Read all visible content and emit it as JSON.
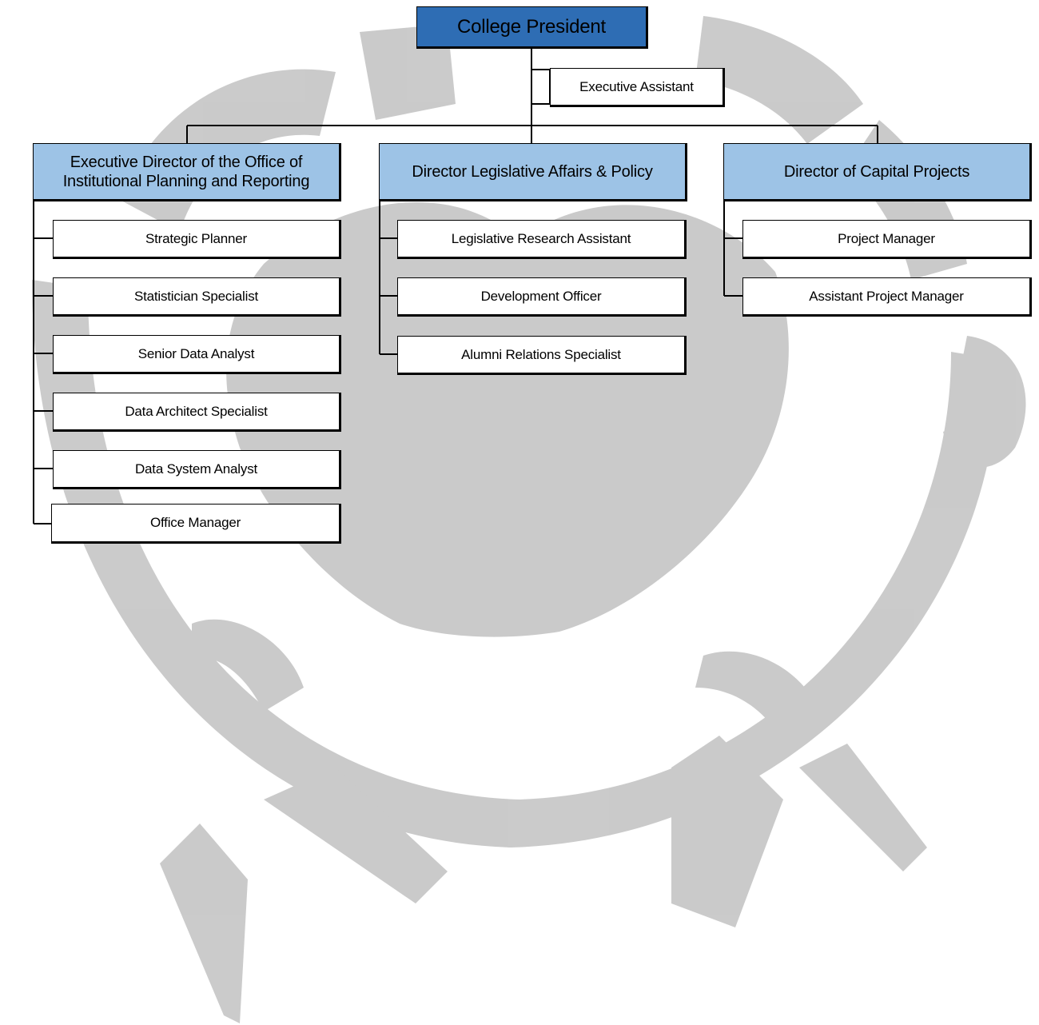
{
  "president": {
    "title": "College President"
  },
  "assistant": {
    "title": "Executive Assistant"
  },
  "departments": [
    {
      "head": "Executive Director of the Office of Institutional Planning and Reporting",
      "staff": [
        "Strategic Planner",
        "Statistician Specialist",
        "Senior Data Analyst",
        "Data Architect Specialist",
        "Data System Analyst",
        "Office Manager"
      ]
    },
    {
      "head": "Director Legislative Affairs & Policy",
      "staff": [
        "Legislative Research Assistant",
        "Development Officer",
        "Alumni Relations Specialist"
      ]
    },
    {
      "head": "Director of Capital Projects",
      "staff": [
        "Project Manager",
        "Assistant Project Manager"
      ]
    }
  ],
  "colors": {
    "president_fill": "#2e6db4",
    "manager_fill": "#9dc3e6",
    "staff_fill": "#ffffff",
    "watermark": "#c8c8c8"
  }
}
